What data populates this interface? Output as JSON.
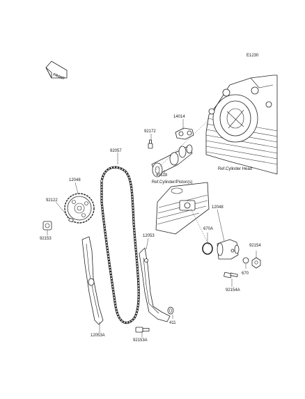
{
  "diagram": {
    "code": "E1230",
    "front_label": "FRONT"
  },
  "callouts": {
    "p14014": "14014",
    "p92172": "92172",
    "p92057": "92057",
    "p49118": "49118",
    "p12048": "12048",
    "p92122": "92122",
    "p92153": "92153",
    "p12053": "12053",
    "p12053a": "12053A",
    "p92153a": "92153A",
    "p411": "411",
    "p12048b": "12048",
    "p670a": "670A",
    "p92154": "92154",
    "p670": "670",
    "p92154a": "92154A",
    "ref_cylinder_head": "Ref.Cylinder Head",
    "ref_cylinder_piston": "Ref.Cylinder/Piston(s)"
  }
}
